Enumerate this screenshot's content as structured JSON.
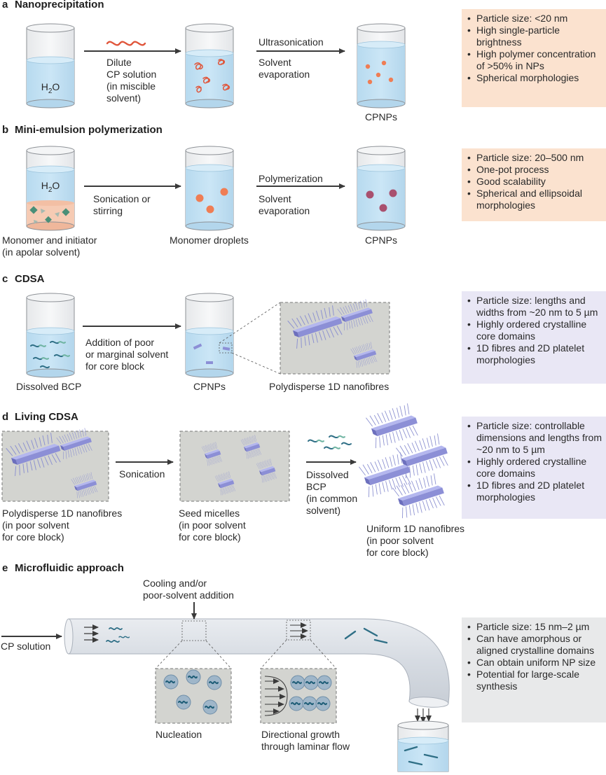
{
  "sections": {
    "a": {
      "letter": "a",
      "title": "Nanoprecipitation",
      "beaker1_label": "H2O",
      "step1": [
        "Dilute",
        "CP solution",
        "(in miscible",
        "solvent)"
      ],
      "step2": [
        "Ultrasonication",
        "Solvent",
        "evaporation"
      ],
      "product": "CPNPs",
      "properties": [
        "Particle size: <20 nm",
        "High single-particle brightness",
        "High polymer concentration of >50% in NPs",
        "Spherical morphologies"
      ]
    },
    "b": {
      "letter": "b",
      "title": "Mini-emulsion polymerization",
      "beaker1_label": "H2O",
      "caption1": [
        "Monomer and initiator",
        "(in apolar solvent)"
      ],
      "step1": [
        "Sonication or",
        "stirring"
      ],
      "caption2": "Monomer droplets",
      "step2": [
        "Polymerization",
        "Solvent",
        "evaporation"
      ],
      "product": "CPNPs",
      "properties": [
        "Particle size: 20–500 nm",
        "One-pot process",
        "Good scalability",
        "Spherical and ellipsoidal morphologies"
      ]
    },
    "c": {
      "letter": "c",
      "title": "CDSA",
      "caption1": "Dissolved BCP",
      "step1": [
        "Addition of poor",
        "or marginal solvent",
        "for core block"
      ],
      "caption2": "CPNPs",
      "caption3": "Polydisperse 1D nanofibres",
      "properties": [
        "Particle size: lengths and widths from ~20 nm to 5 µm",
        "Highly ordered crystalline core domains",
        "1D fibres and 2D platelet morphologies"
      ]
    },
    "d": {
      "letter": "d",
      "title": "Living CDSA",
      "caption1": [
        "Polydisperse 1D nanofibres",
        "(in poor solvent",
        "for core block)"
      ],
      "step1": "Sonication",
      "caption2": [
        "Seed micelles",
        "(in poor solvent",
        "for core block)"
      ],
      "step2": [
        "Dissolved",
        "BCP",
        "(in common",
        "solvent)"
      ],
      "caption3": [
        "Uniform 1D nanofibres",
        "(in poor solvent",
        "for core block)"
      ],
      "properties": [
        "Particle size: controllable dimensions and lengths from ~20 nm to 5 µm",
        "Highly ordered crystalline core domains",
        "1D fibres and 2D platelet morphologies"
      ]
    },
    "e": {
      "letter": "e",
      "title": "Microfluidic approach",
      "inlet": "CP solution",
      "addition": [
        "Cooling and/or",
        "poor-solvent addition"
      ],
      "caption1": "Nucleation",
      "caption2": [
        "Directional growth",
        "through laminar flow"
      ],
      "properties": [
        "Particle size: 15 nm–2 µm",
        "Can have amorphous or aligned crystalline domains",
        "Can obtain uniform NP size",
        "Potential for large-scale synthesis"
      ]
    }
  },
  "colors": {
    "water": "#bfe0f3",
    "glass": "#eef0f2",
    "glass_edge": "#8d9196",
    "polymer_red": "#e0553a",
    "particle_orange": "#ef7d54",
    "particle_dark": "#a9506e",
    "fibre_purple": "#8c8fd6",
    "inset_bg": "#d3d4d0",
    "orange_box": "#fbe2cf",
    "purple_box": "#e9e7f5",
    "grey_box": "#e8e9ea",
    "tube": "#d9dde3",
    "teal": "#2f6f86"
  }
}
